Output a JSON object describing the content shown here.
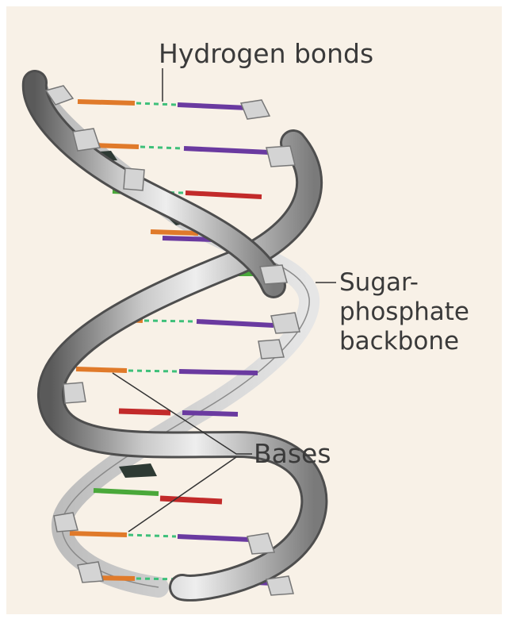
{
  "labels": {
    "hydrogen_bonds": "Hydrogen bonds",
    "backbone_line1": "Sugar-",
    "backbone_line2": "phosphate",
    "backbone_line3": "backbone",
    "bases": "Bases"
  },
  "colors": {
    "background": "#f8f1e7",
    "backbone_light": "#e8e8e8",
    "backbone_mid": "#a3a3a3",
    "backbone_dark": "#5a5a5a",
    "base_orange": "#e07a2a",
    "base_purple": "#6a3aa0",
    "base_red": "#c22a2a",
    "base_green": "#4aa83a",
    "hydrogen_bond": "#3ec07a",
    "leader_line": "#333333"
  }
}
